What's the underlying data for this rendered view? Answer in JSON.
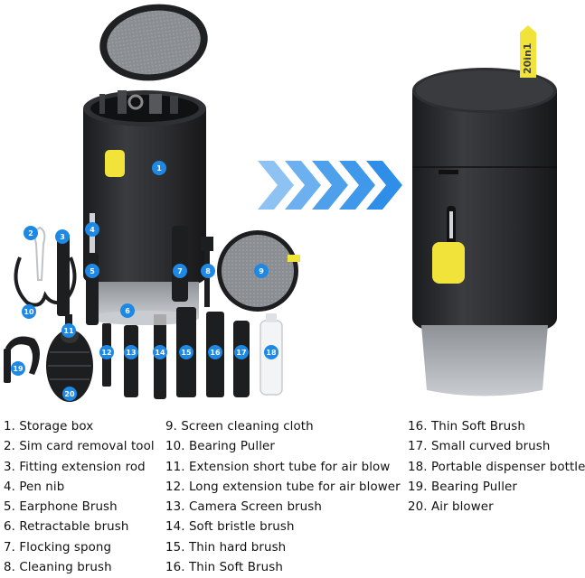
{
  "product": {
    "tag_label": "20in1"
  },
  "badges": [
    "1",
    "2",
    "3",
    "4",
    "5",
    "6",
    "7",
    "8",
    "9",
    "10",
    "11",
    "12",
    "13",
    "14",
    "15",
    "16",
    "17",
    "18",
    "19",
    "20"
  ],
  "legend": {
    "col1": [
      "1. Storage box",
      "2. Sim card removal tool",
      "3. Fitting extension rod",
      "4. Pen nib",
      "5. Earphone Brush",
      "6. Retractable brush",
      "7. Flocking spong",
      "8. Cleaning brush"
    ],
    "col2": [
      "9. Screen cleaning cloth",
      "10. Bearing Puller",
      "11. Extension short tube for air blow",
      "12. Long extension tube for air blower",
      "13. Camera Screen brush",
      "14. Soft bristle brush",
      "15. Thin hard brush",
      "16. Thin Soft Brush"
    ],
    "col3": [
      "16. Thin Soft Brush",
      "17. Small curved brush",
      "18. Portable dispenser bottle",
      "19. Bearing Puller",
      "20. Air blower"
    ]
  },
  "colors": {
    "body": "#2a2b2e",
    "accent_yellow": "#f2e33b",
    "badge_blue": "#1e88e5",
    "arrow_blue": "#2f8fe8",
    "bristle": "#9aa0a6"
  }
}
